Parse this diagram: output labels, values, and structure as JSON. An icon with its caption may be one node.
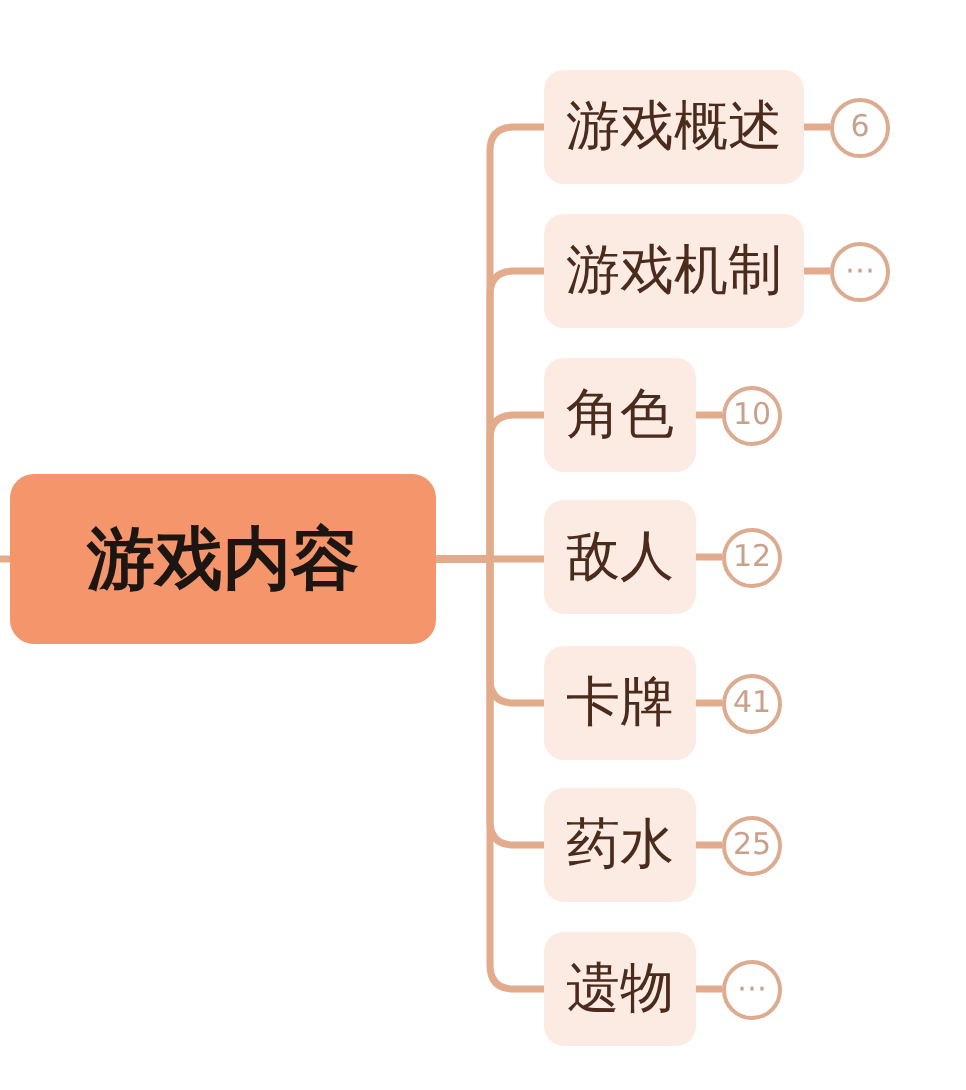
{
  "diagram": {
    "nodes": [
      {
        "text": [
          "游戏内容"
        ]
      },
      {
        "text": [
          "游戏概述"
        ]
      },
      {
        "text": [
          "6"
        ]
      },
      {
        "text": [
          "游戏机制"
        ]
      },
      {
        "text": [
          "⋯"
        ]
      },
      {
        "text": [
          "角色"
        ]
      },
      {
        "text": [
          "10"
        ]
      },
      {
        "text": [
          "敌人"
        ]
      },
      {
        "text": [
          "12"
        ]
      },
      {
        "text": [
          "卡牌"
        ]
      },
      {
        "text": [
          "41"
        ]
      },
      {
        "text": [
          "药水"
        ]
      },
      {
        "text": [
          "25"
        ]
      },
      {
        "text": [
          "遗物"
        ]
      },
      {
        "text": [
          "⋯"
        ]
      }
    ],
    "edges": [
      {
        "from": null,
        "to": 0,
        "arrow": "none"
      },
      {
        "from": 0,
        "to": 1,
        "arrow": "none"
      },
      {
        "from": 1,
        "to": 2,
        "arrow": "none"
      },
      {
        "from": 0,
        "to": 3,
        "arrow": "none"
      },
      {
        "from": 3,
        "to": 4,
        "arrow": "none"
      },
      {
        "from": 0,
        "to": 5,
        "arrow": "none"
      },
      {
        "from": 5,
        "to": 6,
        "arrow": "none"
      },
      {
        "from": 0,
        "to": 7,
        "arrow": "none"
      },
      {
        "from": 7,
        "to": 8,
        "arrow": "none"
      },
      {
        "from": 0,
        "to": 9,
        "arrow": "none"
      },
      {
        "from": 9,
        "to": 10,
        "arrow": "none"
      },
      {
        "from": 0,
        "to": 11,
        "arrow": "none"
      },
      {
        "from": 11,
        "to": 12,
        "arrow": "none"
      },
      {
        "from": 0,
        "to": 13,
        "arrow": "none"
      },
      {
        "from": 13,
        "to": 14,
        "arrow": "none"
      }
    ]
  }
}
